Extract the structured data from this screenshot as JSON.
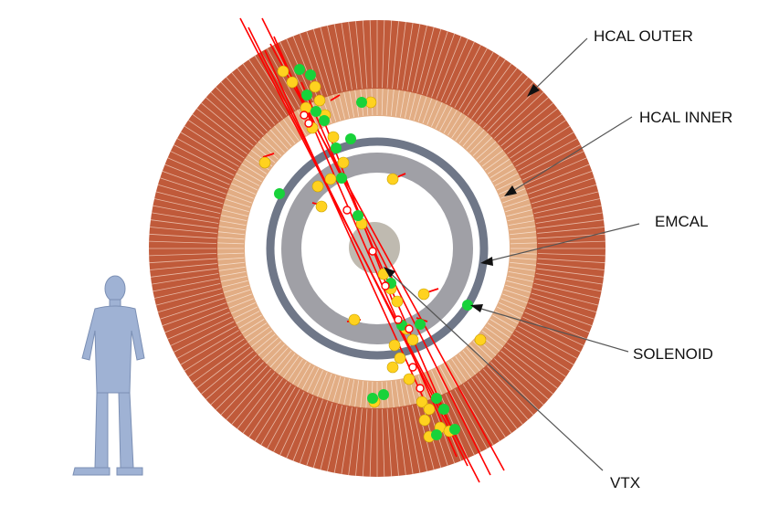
{
  "labels": {
    "hcal_outer": "HCAL OUTER",
    "hcal_inner": "HCAL INNER",
    "emcal": "EMCAL",
    "solenoid": "SOLENOID",
    "vtx": "VTX"
  },
  "colors": {
    "hcal_outer": "#c05a3a",
    "hcal_inner": "#e2ad84",
    "emcal_ring": "#6f7788",
    "solenoid_ring": "#a0a0a6",
    "vertex_core": "#bfbab0",
    "track": "#ff0000",
    "hit_yellow": "#ffd21f",
    "hit_green": "#18d23a",
    "human": "#9fb2d4"
  },
  "icons": {
    "human_figure": "human-figure-icon"
  }
}
